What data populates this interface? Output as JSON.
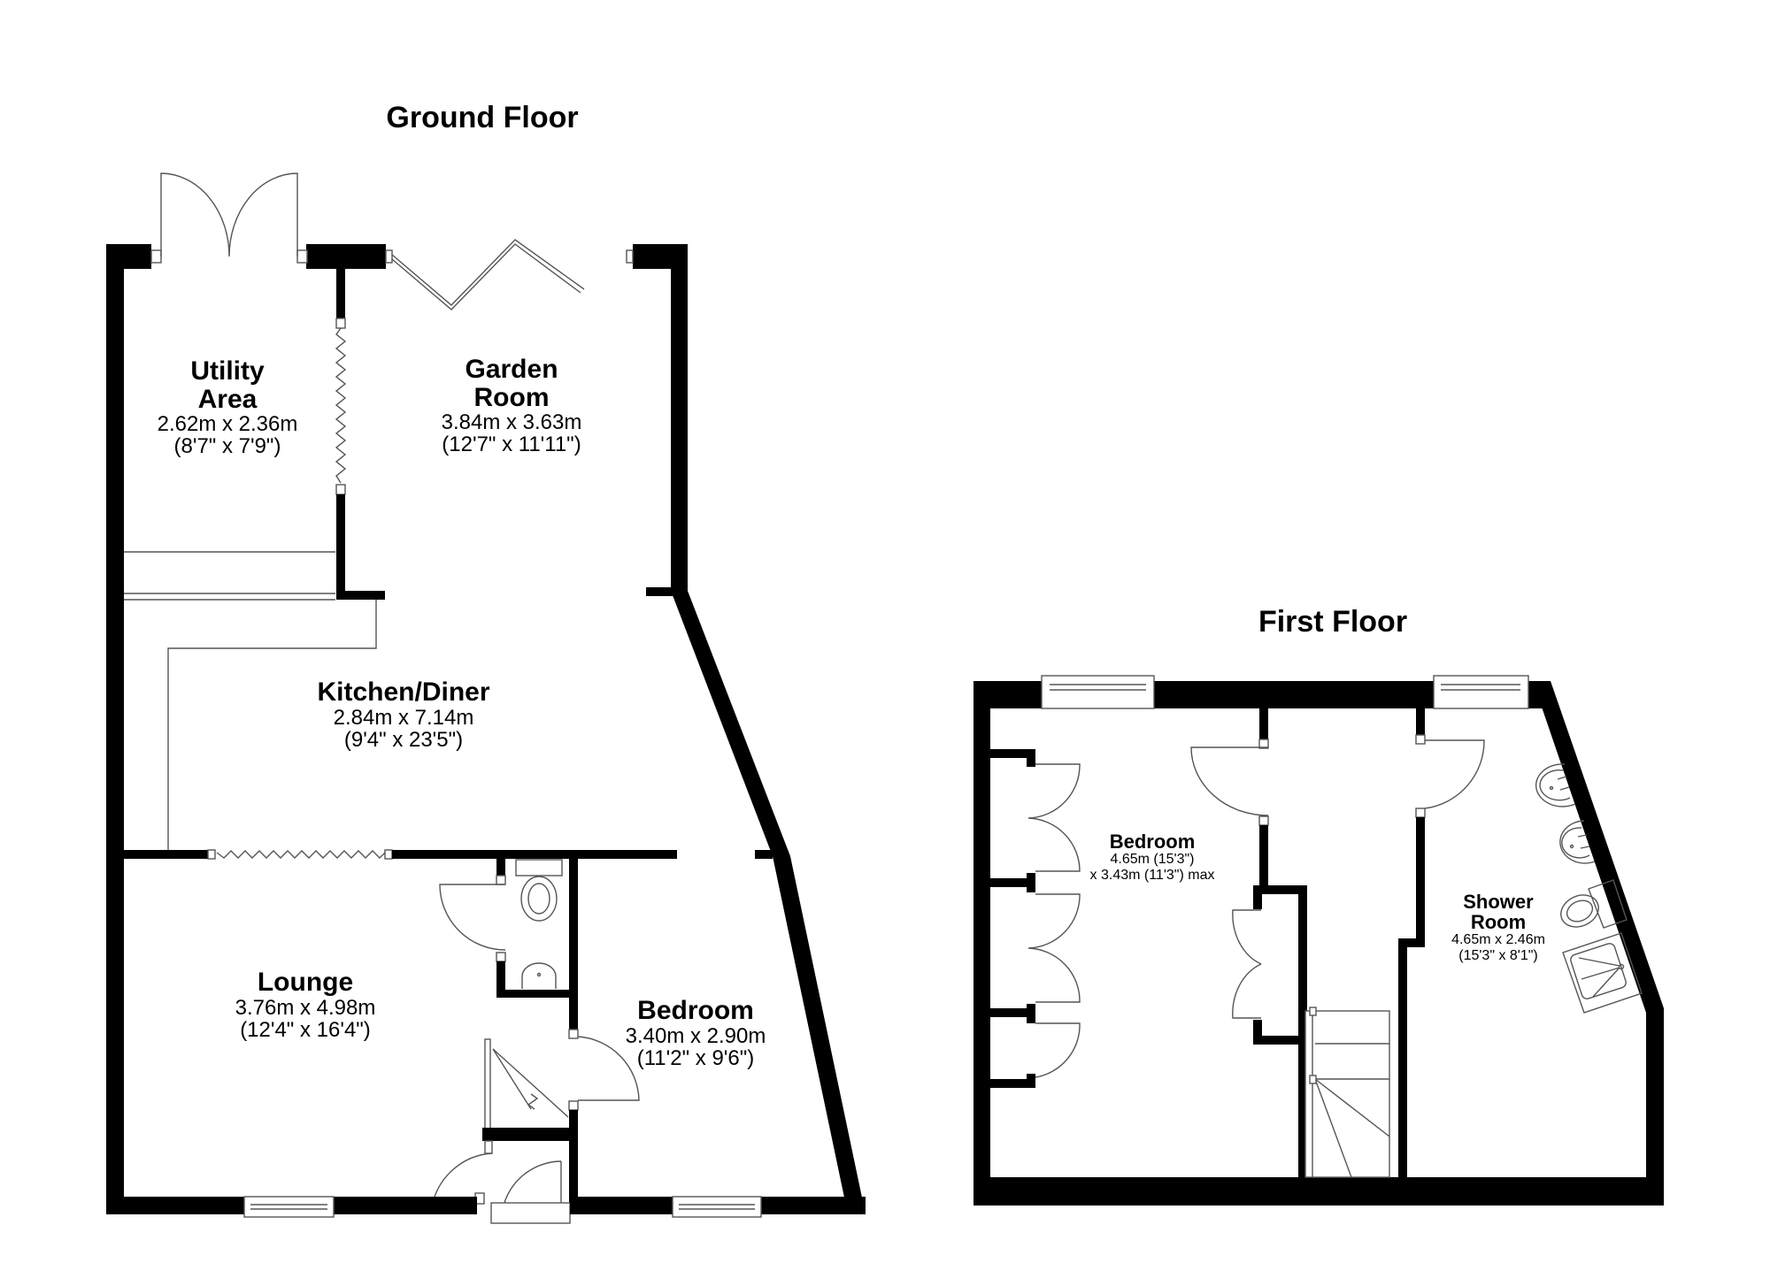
{
  "ground_floor": {
    "title": "Ground Floor",
    "rooms": {
      "utility": {
        "name_line1": "Utility",
        "name_line2": "Area",
        "metric": "2.62m x 2.36m",
        "imperial": "(8'7\" x 7'9\")"
      },
      "garden_room": {
        "name_line1": "Garden",
        "name_line2": "Room",
        "metric": "3.84m x 3.63m",
        "imperial": "(12'7\" x 11'11\")"
      },
      "kitchen_diner": {
        "name": "Kitchen/Diner",
        "metric": "2.84m x 7.14m",
        "imperial": "(9'4\" x 23'5\")"
      },
      "lounge": {
        "name": "Lounge",
        "metric": "3.76m x 4.98m",
        "imperial": "(12'4\" x 16'4\")"
      },
      "bedroom": {
        "name": "Bedroom",
        "metric": "3.40m x 2.90m",
        "imperial": "(11'2\" x 9'6\")"
      }
    }
  },
  "first_floor": {
    "title": "First Floor",
    "rooms": {
      "bedroom": {
        "name": "Bedroom",
        "line1": "4.65m (15'3\")",
        "line2": "x 3.43m (11'3\") max"
      },
      "shower_room": {
        "name_line1": "Shower",
        "name_line2": "Room",
        "metric": "4.65m x 2.46m",
        "imperial": "(15'3\" x 8'1\")"
      }
    }
  },
  "colors": {
    "wall": "#000000",
    "fixture_line": "#555555",
    "background": "#ffffff"
  }
}
